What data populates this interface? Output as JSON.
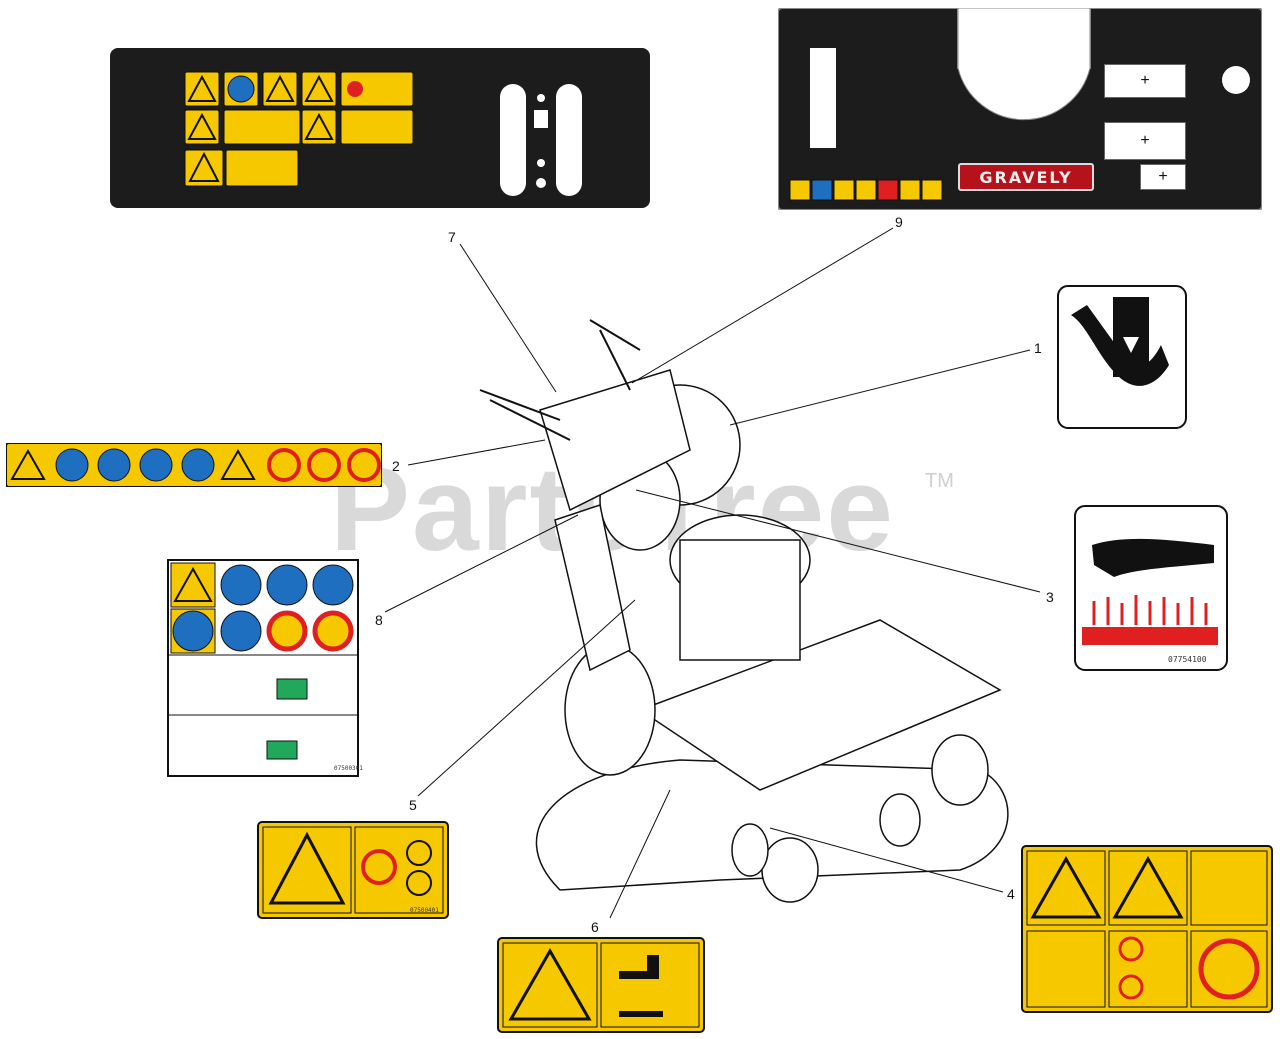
{
  "watermark": {
    "text": "PartsTree",
    "tm": "TM"
  },
  "callouts": [
    "1",
    "2",
    "3",
    "4",
    "5",
    "6",
    "7",
    "8",
    "9"
  ],
  "console_decal": {
    "brand": "GRAVELY",
    "plus": "+"
  },
  "decal_hot": {
    "partno": "07754100"
  },
  "decal_5": {
    "partno": "07500401"
  },
  "decal_8": {
    "partno": "07500301"
  },
  "colors": {
    "yellow": "#f5c800",
    "dark": "#1c1c1c",
    "red": "#e02020",
    "blue": "#1e6fc0",
    "brand_red": "#b5121b"
  }
}
